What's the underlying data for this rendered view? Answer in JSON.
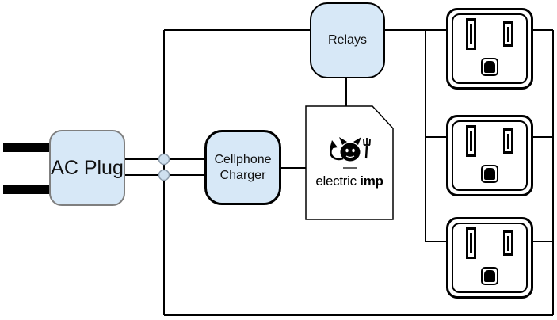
{
  "diagram": {
    "title_implied": "",
    "colors": {
      "background": "#ffffff",
      "node_fill": "#d7e8f7",
      "node_border": "#000000",
      "ac_plug_border": "#7f7f7f",
      "wire": "#000000",
      "junction_fill": "#cfe0ef",
      "junction_stroke": "#8a99a8"
    },
    "nodes": {
      "ac_plug": {
        "label": "AC Plug",
        "icon": "ac-plug-prongs-icon"
      },
      "charger": {
        "label": "Cellphone Charger"
      },
      "relays": {
        "label": "Relays"
      },
      "imp": {
        "brand_light": "electric",
        "brand_bold": "imp",
        "icon": "electric-imp-devil-with-fork-logo",
        "card_shape": "sd-card-cut-corner"
      }
    },
    "outlets": {
      "count": 3,
      "icon": "us-nema-power-outlet",
      "parts": [
        "neutral-slot",
        "hot-slot",
        "ground-hole"
      ]
    },
    "junctions": {
      "count": 2,
      "shape": "circle"
    }
  }
}
